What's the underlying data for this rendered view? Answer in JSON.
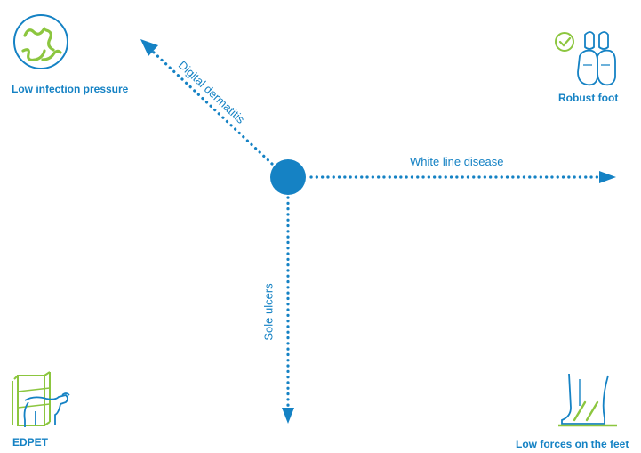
{
  "axes": {
    "digital_dermatitis": "Digital dermatitis",
    "white_line_disease": "White line disease",
    "sole_ulcers": "Sole ulcers"
  },
  "corners": {
    "top_left": {
      "label": "Low infection pressure",
      "icon": "worms-icon"
    },
    "top_right": {
      "label": "Robust foot",
      "icon": "hoof-check-icon"
    },
    "bottom_left": {
      "label": "EDPET",
      "icon": "cow-pen-icon"
    },
    "bottom_right": {
      "label": "Low forces on the feet",
      "icon": "hoof-forces-icon"
    }
  },
  "colors": {
    "blue": "#1582c4",
    "green": "#8cc63f"
  }
}
